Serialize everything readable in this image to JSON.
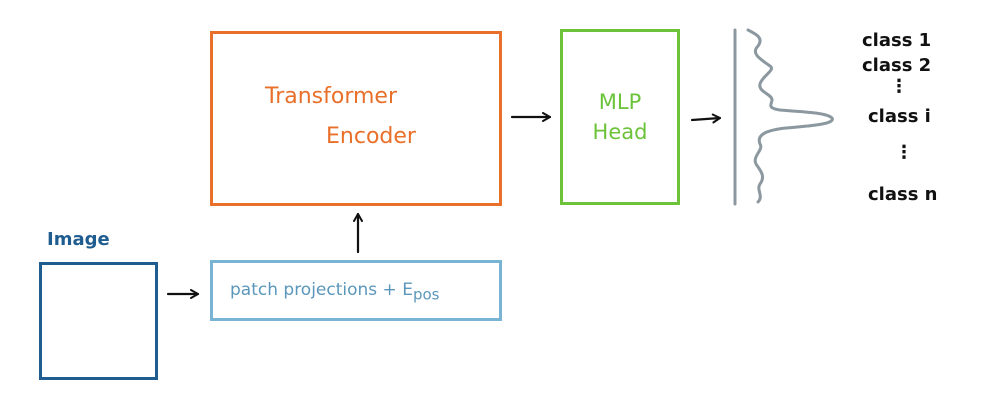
{
  "image_label": "Image",
  "transformer": {
    "line1": "Transformer",
    "line2": "Encoder"
  },
  "mlp": {
    "line1": "MLP",
    "line2": "Head"
  },
  "patch": {
    "text": "patch projections  +  E",
    "subscript": "pos"
  },
  "classes": [
    {
      "text": "class 1"
    },
    {
      "text": "class 2"
    },
    {
      "text": "⋮"
    },
    {
      "text": "class i"
    },
    {
      "text": "⋮"
    },
    {
      "text": "class n"
    }
  ],
  "colors": {
    "transformer": "#e8702a",
    "mlp": "#6cc33a",
    "patch": "#7ab4d4",
    "image": "#1f5c8f",
    "distribution": "#8c98a0",
    "arrow": "#111111"
  }
}
